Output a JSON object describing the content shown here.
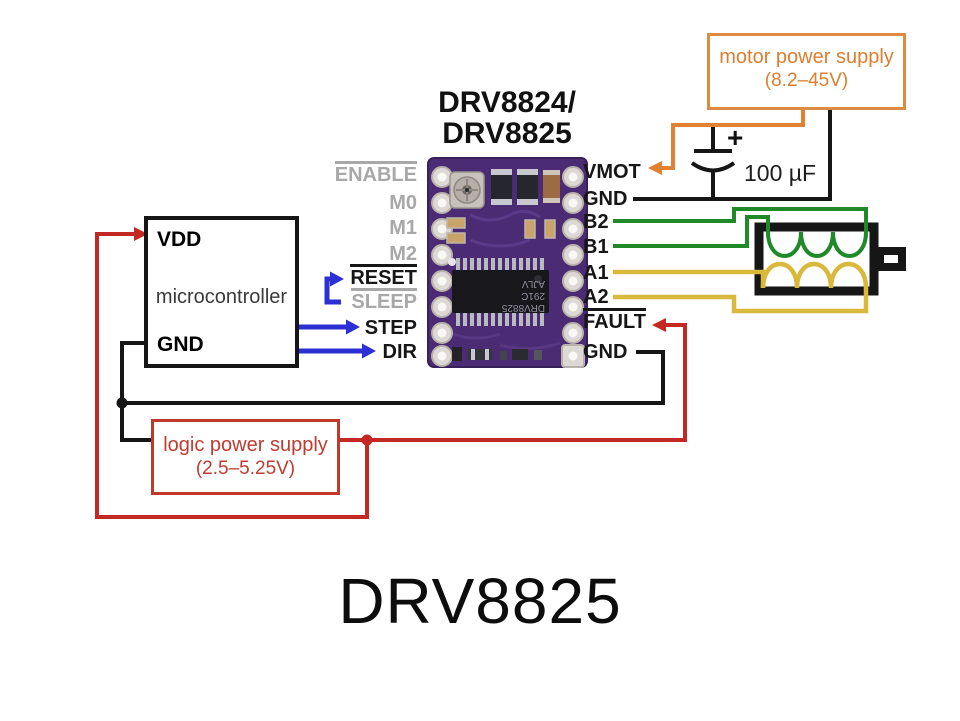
{
  "diagram_title": {
    "line1": "DRV8824/",
    "line2": "DRV8825"
  },
  "caption": "DRV8825",
  "board": {
    "left_pins": [
      {
        "label": "ENABLE"
      },
      {
        "label": "M0"
      },
      {
        "label": "M1"
      },
      {
        "label": "M2"
      },
      {
        "label": "RESET"
      },
      {
        "label": "SLEEP"
      },
      {
        "label": "STEP"
      },
      {
        "label": "DIR"
      }
    ],
    "right_pins": [
      {
        "label": "VMOT"
      },
      {
        "label": "GND"
      },
      {
        "label": "B2"
      },
      {
        "label": "B1"
      },
      {
        "label": "A1"
      },
      {
        "label": "A2"
      },
      {
        "label": "FAULT"
      },
      {
        "label": "GND"
      }
    ],
    "chip_marking": {
      "line1": "DRV8825",
      "line2": "291C",
      "line3": "AJLV"
    }
  },
  "microcontroller": {
    "label": "microcontroller",
    "pin_vdd": "VDD",
    "pin_gnd": "GND"
  },
  "motor_power_supply": {
    "line1": "motor power supply",
    "line2": "(8.2–45V)"
  },
  "logic_power_supply": {
    "line1": "logic power supply",
    "line2": "(2.5–5.25V)"
  },
  "capacitor": {
    "value": "100 µF",
    "polarity": "+"
  },
  "colors": {
    "red": "#c42823",
    "blue": "#2b2fd4",
    "green": "#208a28",
    "yellow": "#d9b93c",
    "orange": "#e08232",
    "wire_black": "#161616",
    "board_purple": "#4b2b74",
    "label_gray": "#a8a8a8",
    "logic_box_red": "#c0392b",
    "supply_orange": "#dd8a42"
  }
}
